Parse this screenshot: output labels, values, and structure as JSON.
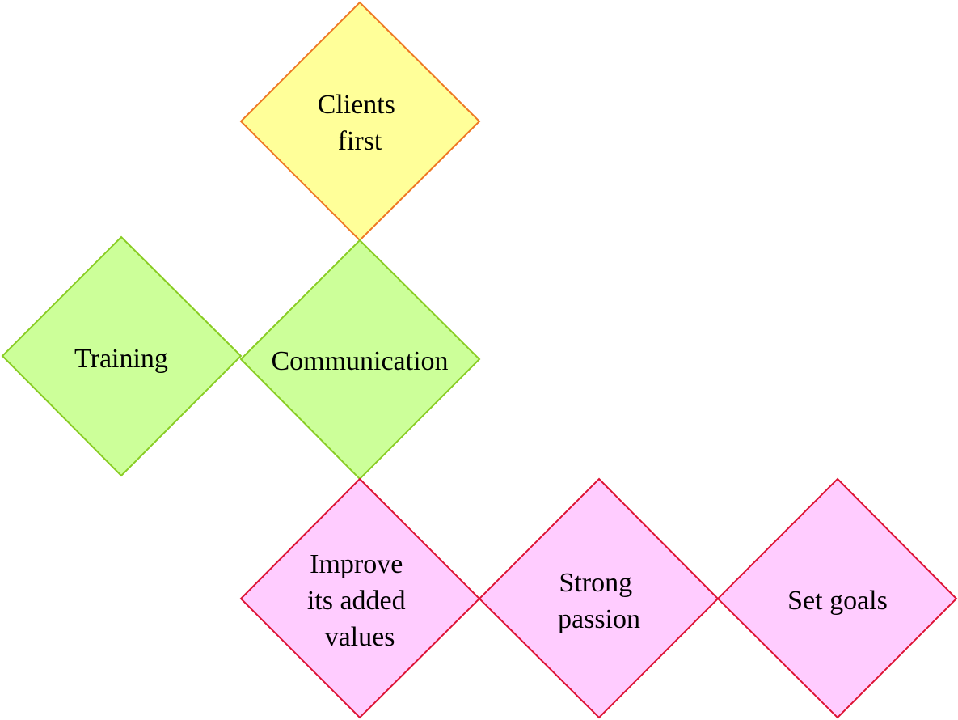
{
  "colors": {
    "yellow_fill": "#ffff99",
    "yellow_stroke": "#ee7722",
    "green_fill": "#ccff99",
    "green_stroke": "#88cc22",
    "pink_fill": "#ffccff",
    "pink_stroke": "#dd1133"
  },
  "diamonds": {
    "clients_first": {
      "lines": [
        "Clients",
        "first"
      ],
      "fill": "#ffff99",
      "stroke": "#ee7722"
    },
    "training": {
      "lines": [
        "Training"
      ],
      "fill": "#ccff99",
      "stroke": "#88cc22"
    },
    "communication": {
      "lines": [
        "Communication"
      ],
      "fill": "#ccff99",
      "stroke": "#88cc22"
    },
    "improve_added_values": {
      "lines": [
        "Improve",
        "its added",
        "values"
      ],
      "fill": "#ffccff",
      "stroke": "#dd1133"
    },
    "strong_passion": {
      "lines": [
        "Strong",
        "passion"
      ],
      "fill": "#ffccff",
      "stroke": "#dd1133"
    },
    "set_goals": {
      "lines": [
        "Set goals"
      ],
      "fill": "#ffccff",
      "stroke": "#dd1133"
    }
  }
}
